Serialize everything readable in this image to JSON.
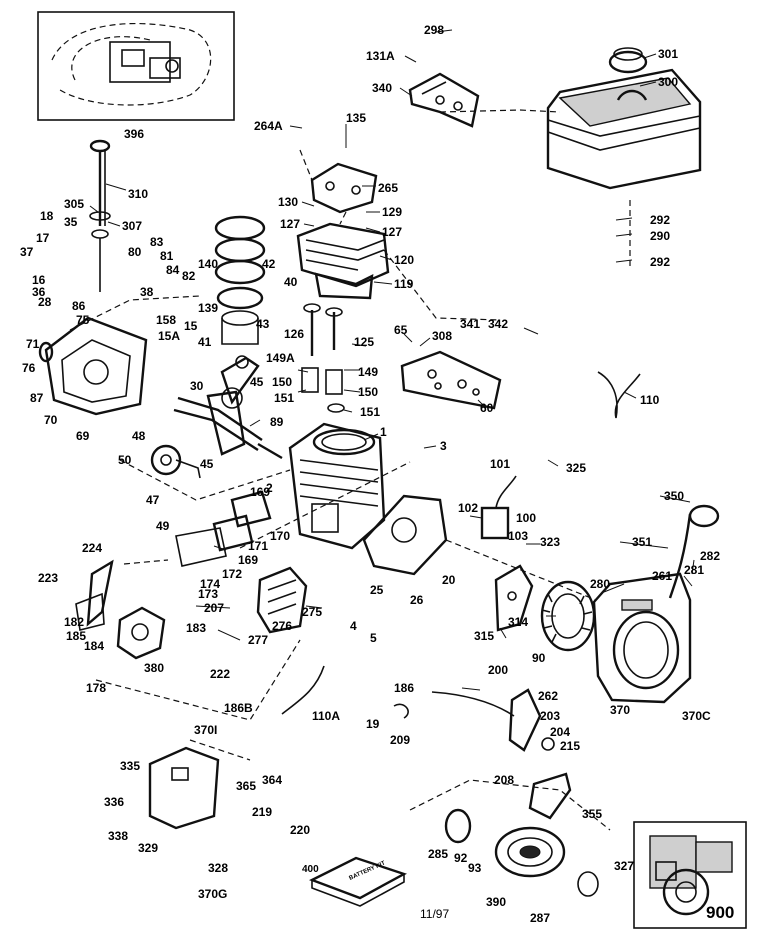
{
  "diagram": {
    "date_code": "11/97",
    "part_numbers": [
      "298",
      "301",
      "131A",
      "300",
      "340",
      "264A",
      "135",
      "265",
      "130",
      "129",
      "127",
      "127",
      "120",
      "119",
      "292",
      "290",
      "292",
      "310",
      "305",
      "307",
      "18",
      "35",
      "17",
      "37",
      "80",
      "83",
      "81",
      "84",
      "82",
      "16",
      "140",
      "42",
      "40",
      "36",
      "38",
      "139",
      "28",
      "86",
      "75",
      "158",
      "15",
      "15A",
      "71",
      "43",
      "126",
      "341",
      "342",
      "65",
      "125",
      "308",
      "76",
      "41",
      "149A",
      "149",
      "150",
      "150",
      "151",
      "151",
      "60",
      "87",
      "30",
      "45",
      "89",
      "110",
      "70",
      "69",
      "48",
      "1",
      "3",
      "101",
      "325",
      "50",
      "45",
      "350",
      "169",
      "2",
      "102",
      "100",
      "47",
      "49",
      "170",
      "171",
      "103",
      "323",
      "224",
      "169",
      "172",
      "174",
      "223",
      "173",
      "207",
      "25",
      "26",
      "20",
      "280",
      "261",
      "281",
      "282",
      "351",
      "182",
      "185",
      "275",
      "4",
      "5",
      "315",
      "314",
      "90",
      "184",
      "277",
      "276",
      "183",
      "380",
      "222",
      "370",
      "370C",
      "178",
      "186",
      "200",
      "262",
      "186B",
      "110A",
      "19",
      "203",
      "209",
      "204",
      "215",
      "208",
      "370I",
      "335",
      "364",
      "365",
      "336",
      "355",
      "338",
      "329",
      "219",
      "220",
      "328",
      "285",
      "92",
      "93",
      "327",
      "370G",
      "400",
      "390",
      "287",
      "396",
      "900"
    ],
    "box_text": "BATTERY\nKIT"
  }
}
